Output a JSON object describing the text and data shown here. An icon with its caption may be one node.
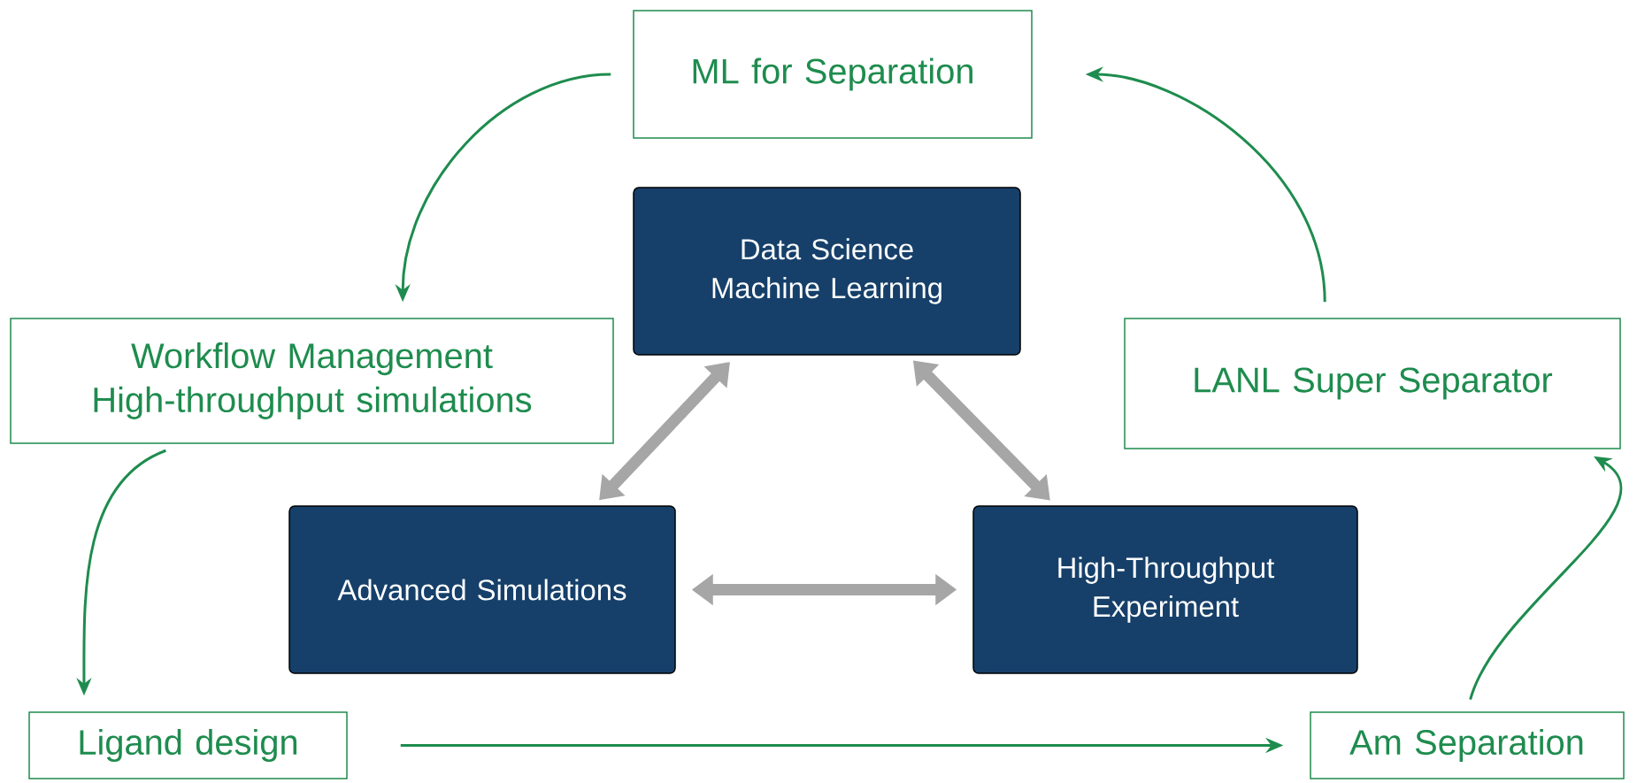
{
  "diagram": {
    "nodes": [
      {
        "text": [
          "ML for Separation"
        ]
      },
      {
        "text": [
          "Data Science Machine Learning"
        ]
      },
      {
        "text": [
          "Workflow Management High-throughput simulations"
        ]
      },
      {
        "text": [
          "LANL Super Separator"
        ]
      },
      {
        "text": [
          "Advanced Simulations"
        ]
      },
      {
        "text": [
          "High-Throughput Experiment"
        ]
      },
      {
        "text": [
          "Ligand design"
        ]
      },
      {
        "text": [
          "Am Separation"
        ]
      }
    ],
    "edges": [
      {
        "from": 0,
        "to": 2,
        "arrow": "to"
      },
      {
        "from": 2,
        "to": 6,
        "arrow": "to"
      },
      {
        "from": 6,
        "to": 7,
        "arrow": "to"
      },
      {
        "from": 7,
        "to": 3,
        "arrow": "to"
      },
      {
        "from": 3,
        "to": 0,
        "arrow": "to"
      },
      {
        "from": 1,
        "to": 4,
        "arrow": "both",
        "style": "thick",
        "color": "#a6a6a6"
      },
      {
        "from": 1,
        "to": 5,
        "arrow": "both",
        "style": "thick",
        "color": "#a6a6a6"
      },
      {
        "from": 4,
        "to": 5,
        "arrow": "both",
        "style": "thick",
        "color": "#a6a6a6"
      }
    ]
  }
}
